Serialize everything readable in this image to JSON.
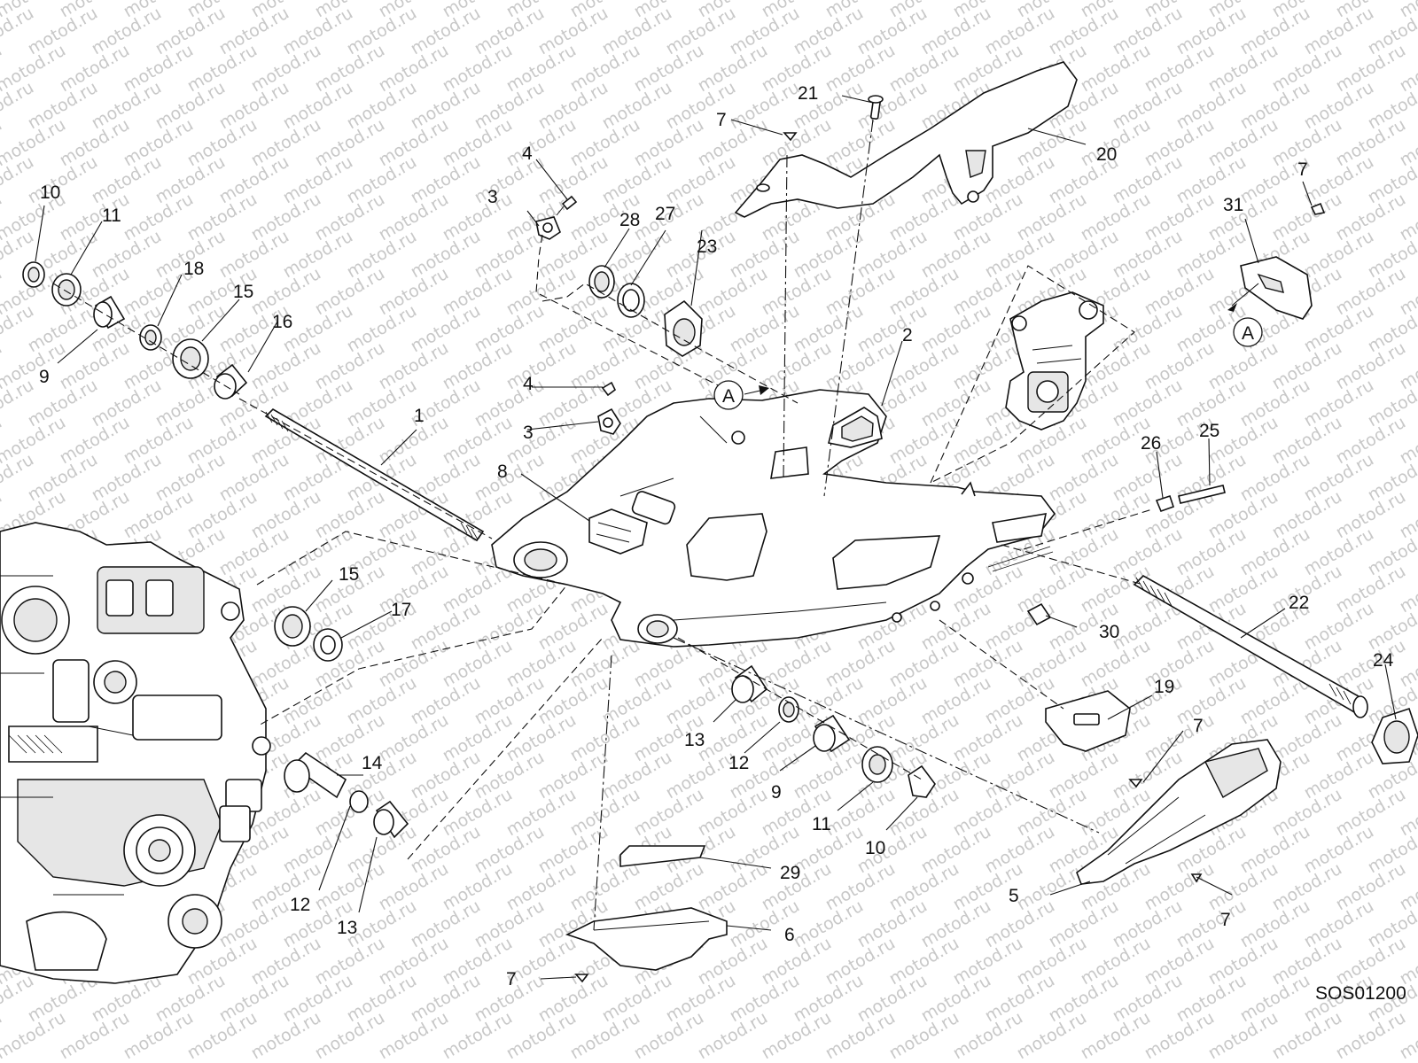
{
  "diagram_code": "SOS01200",
  "watermark_text": "motod.ru",
  "reference_marker": "A",
  "callouts": {
    "c1": "1",
    "c2": "2",
    "c3a": "3",
    "c3b": "3",
    "c4a": "4",
    "c4b": "4",
    "c5": "5",
    "c6": "6",
    "c7a": "7",
    "c7b": "7",
    "c7c": "7",
    "c7d": "7",
    "c7e": "7",
    "c8": "8",
    "c9a": "9",
    "c9b": "9",
    "c10a": "10",
    "c10b": "10",
    "c11a": "11",
    "c11b": "11",
    "c12a": "12",
    "c12b": "12",
    "c13a": "13",
    "c13b": "13",
    "c14": "14",
    "c15a": "15",
    "c15b": "15",
    "c16": "16",
    "c17": "17",
    "c18": "18",
    "c19": "19",
    "c20": "20",
    "c21": "21",
    "c22": "22",
    "c23": "23",
    "c24": "24",
    "c25": "25",
    "c26": "26",
    "c27": "27",
    "c28": "28",
    "c29": "29",
    "c30": "30",
    "c31": "31"
  },
  "colors": {
    "line": "#111111",
    "watermark": "#c8c8c8",
    "background": "#ffffff"
  }
}
